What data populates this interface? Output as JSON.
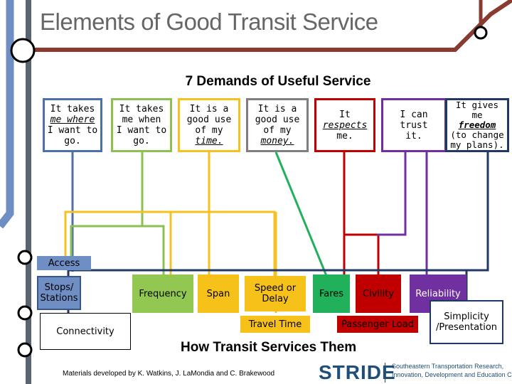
{
  "title": "Elements of Good Transit Service",
  "subtitle": "7 Demands of Useful Service",
  "demands": [
    {
      "pre": "It takes me ",
      "em": "where",
      "post": "I want to go."
    },
    {
      "pre": "It takes me ",
      "em": "when",
      "post": "I want to go."
    },
    {
      "pre": "It is a good use of my ",
      "em": "time",
      "post": "."
    },
    {
      "pre": "It is a good use of my ",
      "em": "money",
      "post": "."
    },
    {
      "pre": "It ",
      "em": "respects",
      "post": "me."
    },
    {
      "pre": "I can ",
      "em": "trust",
      "post": "it."
    },
    {
      "pre": "It gives me ",
      "em": "freedom",
      "post": "(to change my plans)."
    }
  ],
  "demand_lines": {
    "d1": [
      "It takes",
      "me where",
      "I want to",
      "go."
    ],
    "d2": [
      "It takes",
      "me when",
      "I want to",
      "go."
    ],
    "d3": [
      "It is a",
      "good use",
      "of my",
      "time."
    ],
    "d4": [
      "It is a",
      "good use",
      "of my",
      "money."
    ],
    "d5": [
      "It",
      "respects",
      "me."
    ],
    "d6": [
      "I can trust",
      "it."
    ],
    "d7": [
      "It gives",
      "me",
      "freedom",
      "(to change",
      "my plans)."
    ]
  },
  "services": {
    "access": "Access",
    "stops": "Stops/ Stations",
    "connectivity": "Connectivity",
    "frequency": "Frequency",
    "span": "Span",
    "speed": "Speed or Delay",
    "travel_time": "Travel Time",
    "fares": "Fares",
    "civility": "Civility",
    "passenger_load": "Passenger Load",
    "reliability": "Reliability",
    "simplicity": "Simplicity /Presentation"
  },
  "footer_title": "How Transit Services Them",
  "credit": "Materials developed by K. Watkins, J. LaMondia and C. Brakewood",
  "logo": {
    "name": "STRIDE",
    "line1": "Southeastern Transportation Research,",
    "line2": "Innovation, Development and Education Center"
  },
  "colors": {
    "blue": "#4f6fa8",
    "light_green": "#8cc152",
    "yellow": "#f5c022",
    "green": "#20b15a",
    "red": "#c00000",
    "purple": "#7030a0",
    "navy": "#1f3864",
    "brown": "#8b3a2f",
    "slate": "#5a6470"
  }
}
